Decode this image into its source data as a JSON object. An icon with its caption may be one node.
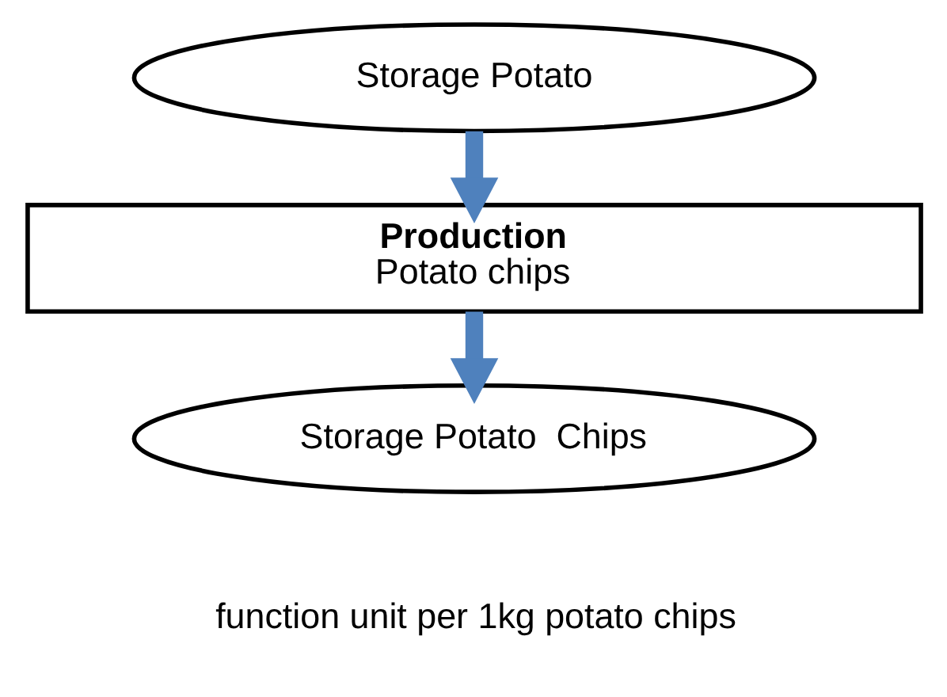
{
  "diagram": {
    "nodes": [
      {
        "text": [
          "Storage Potato"
        ]
      },
      {
        "text": [
          "Production",
          "Potato chips"
        ]
      },
      {
        "text": [
          "Storage Potato  Chips"
        ]
      }
    ],
    "edges": [
      {
        "from": 0,
        "to": 1,
        "arrow": "to"
      },
      {
        "from": 1,
        "to": 2,
        "arrow": "to"
      }
    ],
    "labels": [
      "function unit per 1kg potato chips"
    ]
  }
}
